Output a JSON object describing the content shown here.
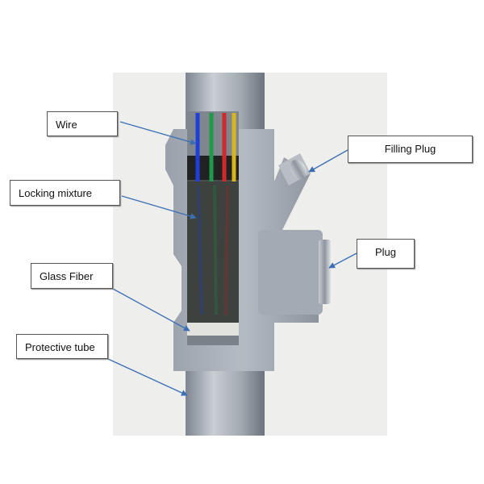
{
  "labels": {
    "wire": "Wire",
    "locking_mixture": "Locking mixture",
    "glass_fiber": "Glass Fiber",
    "protective_tube": "Protective tube",
    "filling_plug": "Filling Plug",
    "plug": "Plug"
  },
  "colors": {
    "arrow": "#3a6fb5",
    "wire_blue": "#1f3fd8",
    "wire_green": "#1f9a4a",
    "wire_red": "#d22a2a",
    "wire_yellow": "#d8b51f"
  }
}
